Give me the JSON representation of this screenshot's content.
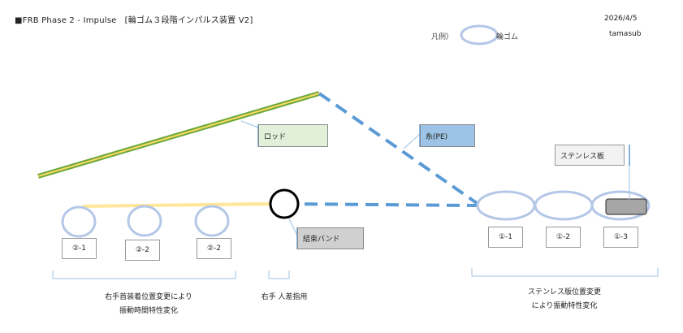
{
  "header": {
    "title": "■FRB Phase 2 - Impulse　[輪ゴム３段階インパルス装置 V2]",
    "date": "2026/4/5",
    "author": "tamasub"
  },
  "legend": {
    "prefix": "凡例）",
    "label": "輪ゴム"
  },
  "labels": {
    "rod": "ロッド",
    "pe": "糸(PE)",
    "band": "結束バンド",
    "steel": "ステンレス板"
  },
  "tags": [
    "②-1",
    "②-2",
    "②-2",
    "①-1",
    "①-2",
    "①-3"
  ],
  "captions": {
    "left_line1": "右手首装着位置変更により",
    "left_line2": "振動時間特性変化",
    "middle": "右手 人差指用",
    "right_line1": "ステンレス版位置変更",
    "right_line2": "により振動特性変化"
  },
  "colors": {
    "rod_green": "#6aa83a",
    "rod_yellow": "#ffd966",
    "pe_blue": "#5b9bd5",
    "rubber_band": "#b4c7e7",
    "bracket": "#9dc3e6",
    "steel_plate": "#a6a6a6"
  }
}
